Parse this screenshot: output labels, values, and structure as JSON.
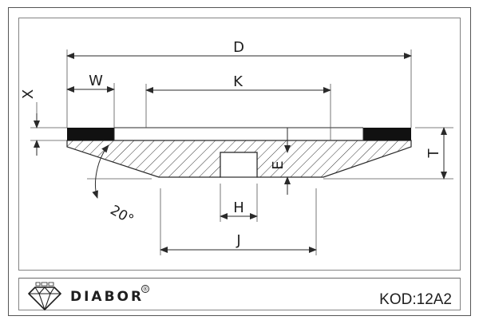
{
  "dimensions": {
    "d": "D",
    "k": "K",
    "w": "W",
    "x": "X",
    "t": "T",
    "e": "E",
    "h": "H",
    "j": "J"
  },
  "angle": "20°",
  "brand": {
    "name": "DIABOR",
    "registered": "®"
  },
  "product_code": "KOD:12A2",
  "colors": {
    "line": "#2a2a2a",
    "diamond_layer": "#111111",
    "frame": "#555555"
  }
}
